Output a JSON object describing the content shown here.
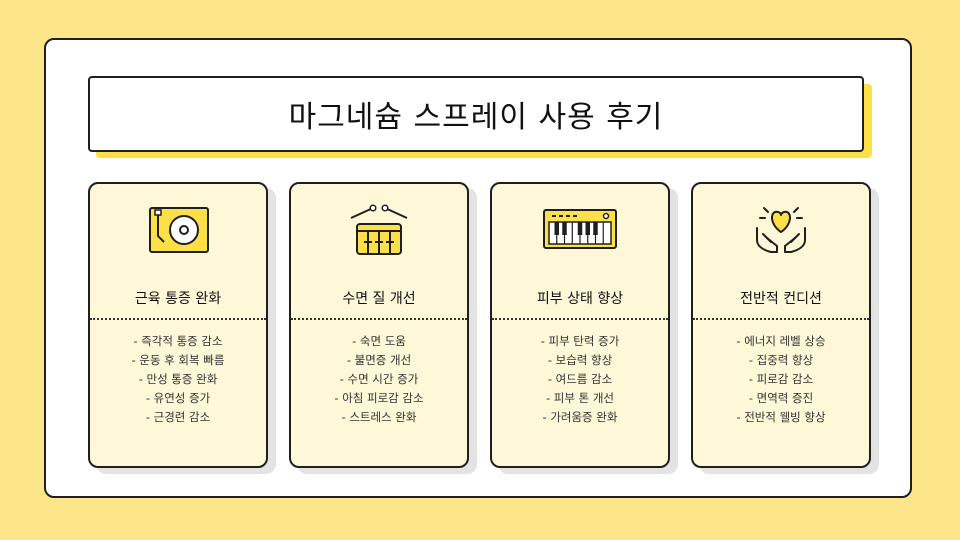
{
  "title": "마그네슘 스프레이 사용 후기",
  "colors": {
    "background": "#FDE68A",
    "accent": "#FDE047",
    "card_fill": "#FEF8D8",
    "outline": "#1F1F1F"
  },
  "cards": [
    {
      "icon": "turntable-icon",
      "title": "근육 통증 완화",
      "items": [
        "- 즉각적 통증 감소",
        "- 운동 후 회복 빠름",
        "- 만성 통증 완화",
        "- 유연성 증가",
        "- 근경련 감소"
      ]
    },
    {
      "icon": "drum-icon",
      "title": "수면 질 개선",
      "items": [
        "- 숙면 도움",
        "- 불면증 개선",
        "- 수면 시간 증가",
        "- 아침 피로감 감소",
        "- 스트레스 완화"
      ]
    },
    {
      "icon": "keyboard-icon",
      "title": "피부 상태 향상",
      "items": [
        "- 피부 탄력 증가",
        "- 보습력 향상",
        "- 여드름 감소",
        "- 피부 톤 개선",
        "- 가려움증 완화"
      ]
    },
    {
      "icon": "heart-hands-icon",
      "title": "전반적 컨디션",
      "items": [
        "- 에너지 레벨 상승",
        "- 집중력 향상",
        "- 피로감 감소",
        "- 면역력 증진",
        "- 전반적 웰빙 향상"
      ]
    }
  ]
}
